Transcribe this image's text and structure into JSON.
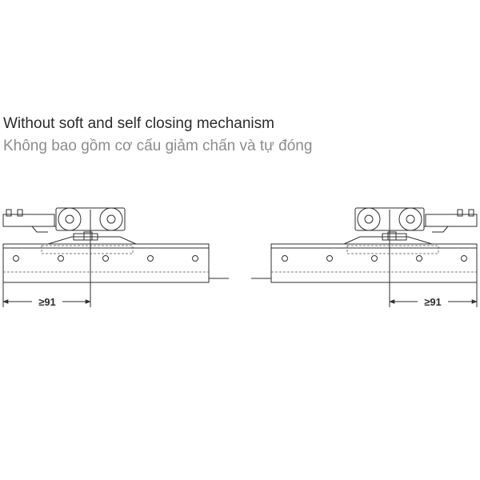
{
  "titles": {
    "english": "Without soft and self closing mechanism",
    "vietnamese": "Không bao gồm cơ cấu giảm chấn và tự đóng"
  },
  "dimensions": {
    "left_label": "≥91",
    "right_label": "≥91"
  },
  "colors": {
    "line": "#2f2f2f",
    "title_primary": "#2b2b2b",
    "title_secondary": "#8c8c8c"
  }
}
